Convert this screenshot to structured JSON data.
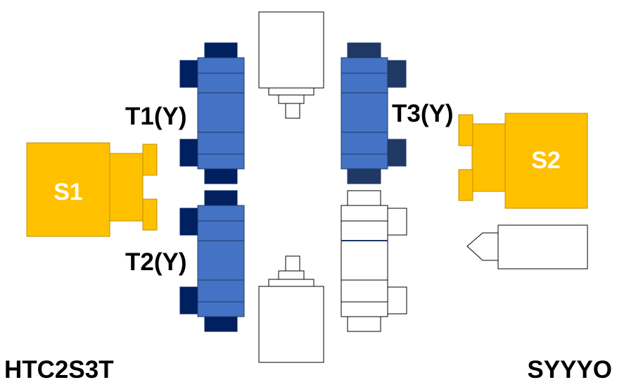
{
  "labels": {
    "turret_1": "T1(Y)",
    "turret_2": "T2(Y)",
    "turret_3": "T3(Y)",
    "spindle_1": "S1",
    "spindle_2": "S2",
    "model_code": "HTC2S3T",
    "axis_config": "SYYYO"
  },
  "colors": {
    "spindle_fill": "#FFC000",
    "spindle_stroke": "#BF9000",
    "turret_fill": "#4472C4",
    "turret_stroke": "#1F3864",
    "turret_dark": "#002060",
    "turret_dark_alt": "#203864",
    "outline": "#000000",
    "background": "#FFFFFF"
  }
}
